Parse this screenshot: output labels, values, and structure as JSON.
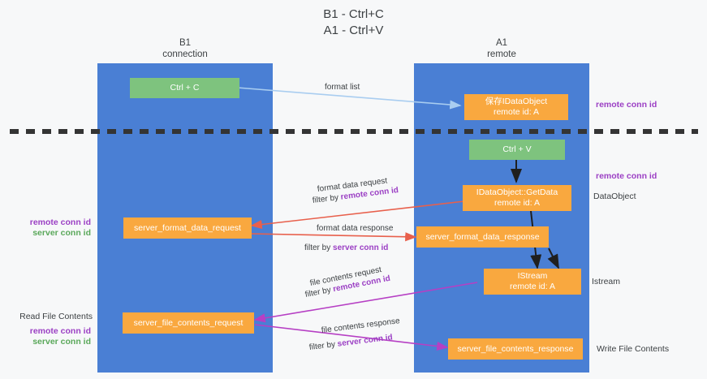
{
  "title": "B1 - Ctrl+C\nA1 - Ctrl+V",
  "columns": {
    "left": "B1\nconnection",
    "right": "A1\nremote"
  },
  "nodes": {
    "ctrl_c": "Ctrl + C",
    "ctrl_v": "Ctrl + V",
    "data_object": "保存IDataObject\nremote id: A",
    "get_data": "IDataObject::GetData\nremote id: A",
    "server_format_data_request": "server_format_data_request",
    "server_format_data_response": "server_format_data_response",
    "istream": "IStream\nremote id: A",
    "server_file_contents_request": "server_file_contents_request",
    "server_file_contents_response": "server_file_contents_response"
  },
  "edges": {
    "format_list": "format list",
    "format_data_request": "format data request",
    "format_data_request_filter_prefix": "filter by ",
    "format_data_request_filter_value": "remote conn id",
    "format_data_response": "format data response",
    "format_data_response_filter_prefix": "filter by ",
    "format_data_response_filter_value": "server conn id",
    "file_contents_request": "file contents request",
    "file_contents_request_filter_prefix": "filter by ",
    "file_contents_request_filter_value": "remote conn id",
    "file_contents_response": "file contents response",
    "file_contents_response_filter_prefix": "filter by ",
    "file_contents_response_filter_value": "server conn id"
  },
  "annotations": {
    "right_remote_conn_id_top": "remote conn id",
    "right_remote_conn_id_mid": "remote conn id",
    "right_data_object": "DataObject",
    "right_istream": "Istream",
    "right_write_file_contents": "Write File Contents",
    "left_remote_conn_id": "remote conn id",
    "left_server_conn_id": "server conn id",
    "left_read_file_contents": "Read File Contents",
    "left_remote_conn_id_2": "remote conn id",
    "left_server_conn_id_2": "server conn id"
  },
  "colors": {
    "lane": "#4a7fd4",
    "green_node": "#7ec37e",
    "orange_node": "#f9a83f",
    "purple_text": "#9b3fc4",
    "green_text": "#5aa85a",
    "arrow_blue": "#a9cdf0",
    "arrow_red": "#e8604c",
    "arrow_magenta": "#b63fc4",
    "divider": "#343434",
    "background": "#f7f8f9"
  }
}
